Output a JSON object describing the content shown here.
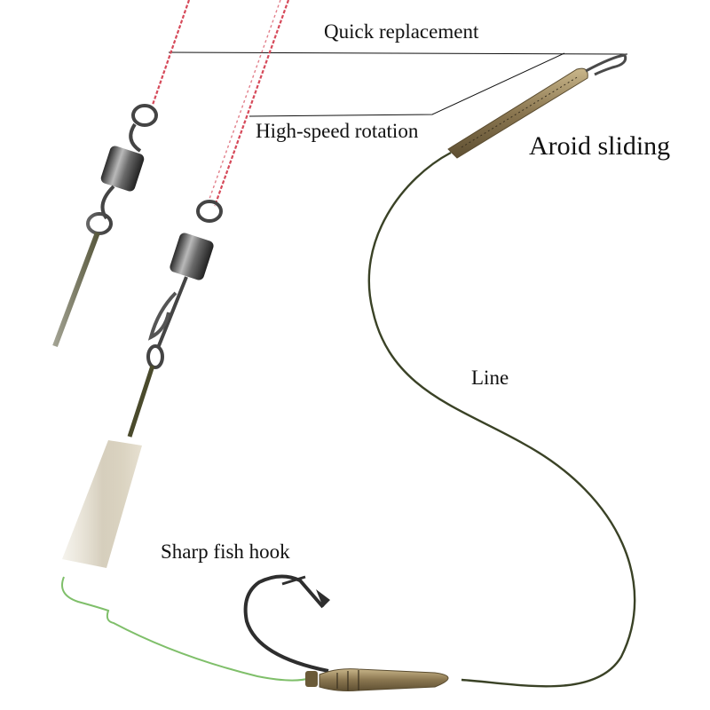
{
  "labels": {
    "quick_replacement": "Quick replacement",
    "high_speed_rotation": "High-speed rotation",
    "avoid_sliding": "Aroid sliding",
    "line": "Line",
    "sharp_fish_hook": "Sharp fish hook"
  },
  "colors": {
    "background": "#ffffff",
    "main_line": "#d64a5a",
    "hook_link": "#3a4226",
    "green_line": "#7fbf6a",
    "swivel_metal": "#4a4a4a",
    "sleeve": "#8a7a52",
    "leader_lines": "#111111"
  }
}
